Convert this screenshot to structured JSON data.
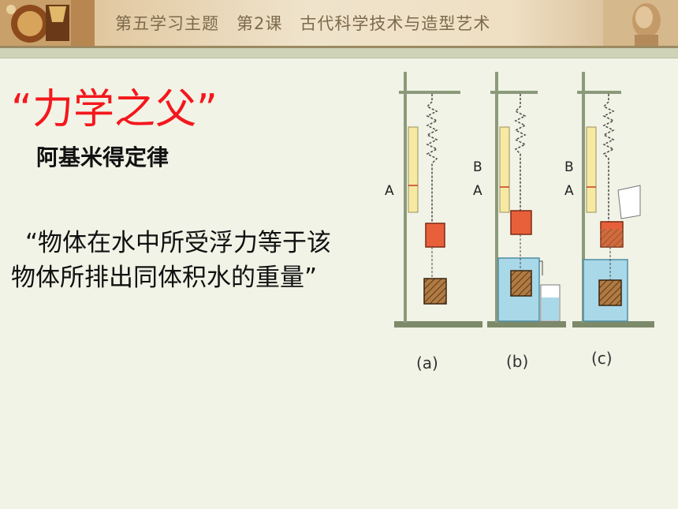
{
  "header": {
    "title": "第五学习主题　第2课　古代科学技术与造型艺术"
  },
  "slide": {
    "title": "“力学之父”",
    "subtitle": "阿基米得定律",
    "quote_line1": "“物体在水中所受浮力等于该",
    "quote_line2": "物体所排出同体积水的重量”"
  },
  "figure": {
    "labels": {
      "a_A": "A",
      "b_B": "B",
      "b_A": "A",
      "c_B": "B",
      "c_A": "A"
    },
    "captions": [
      "(a)",
      "(b)",
      "(c)"
    ]
  },
  "colors": {
    "title": "#f4171c",
    "orange_block": "#e8603a",
    "hatched_block": "#a0703a",
    "water": "#a9d8e8",
    "scale": "#f6e9a2"
  }
}
